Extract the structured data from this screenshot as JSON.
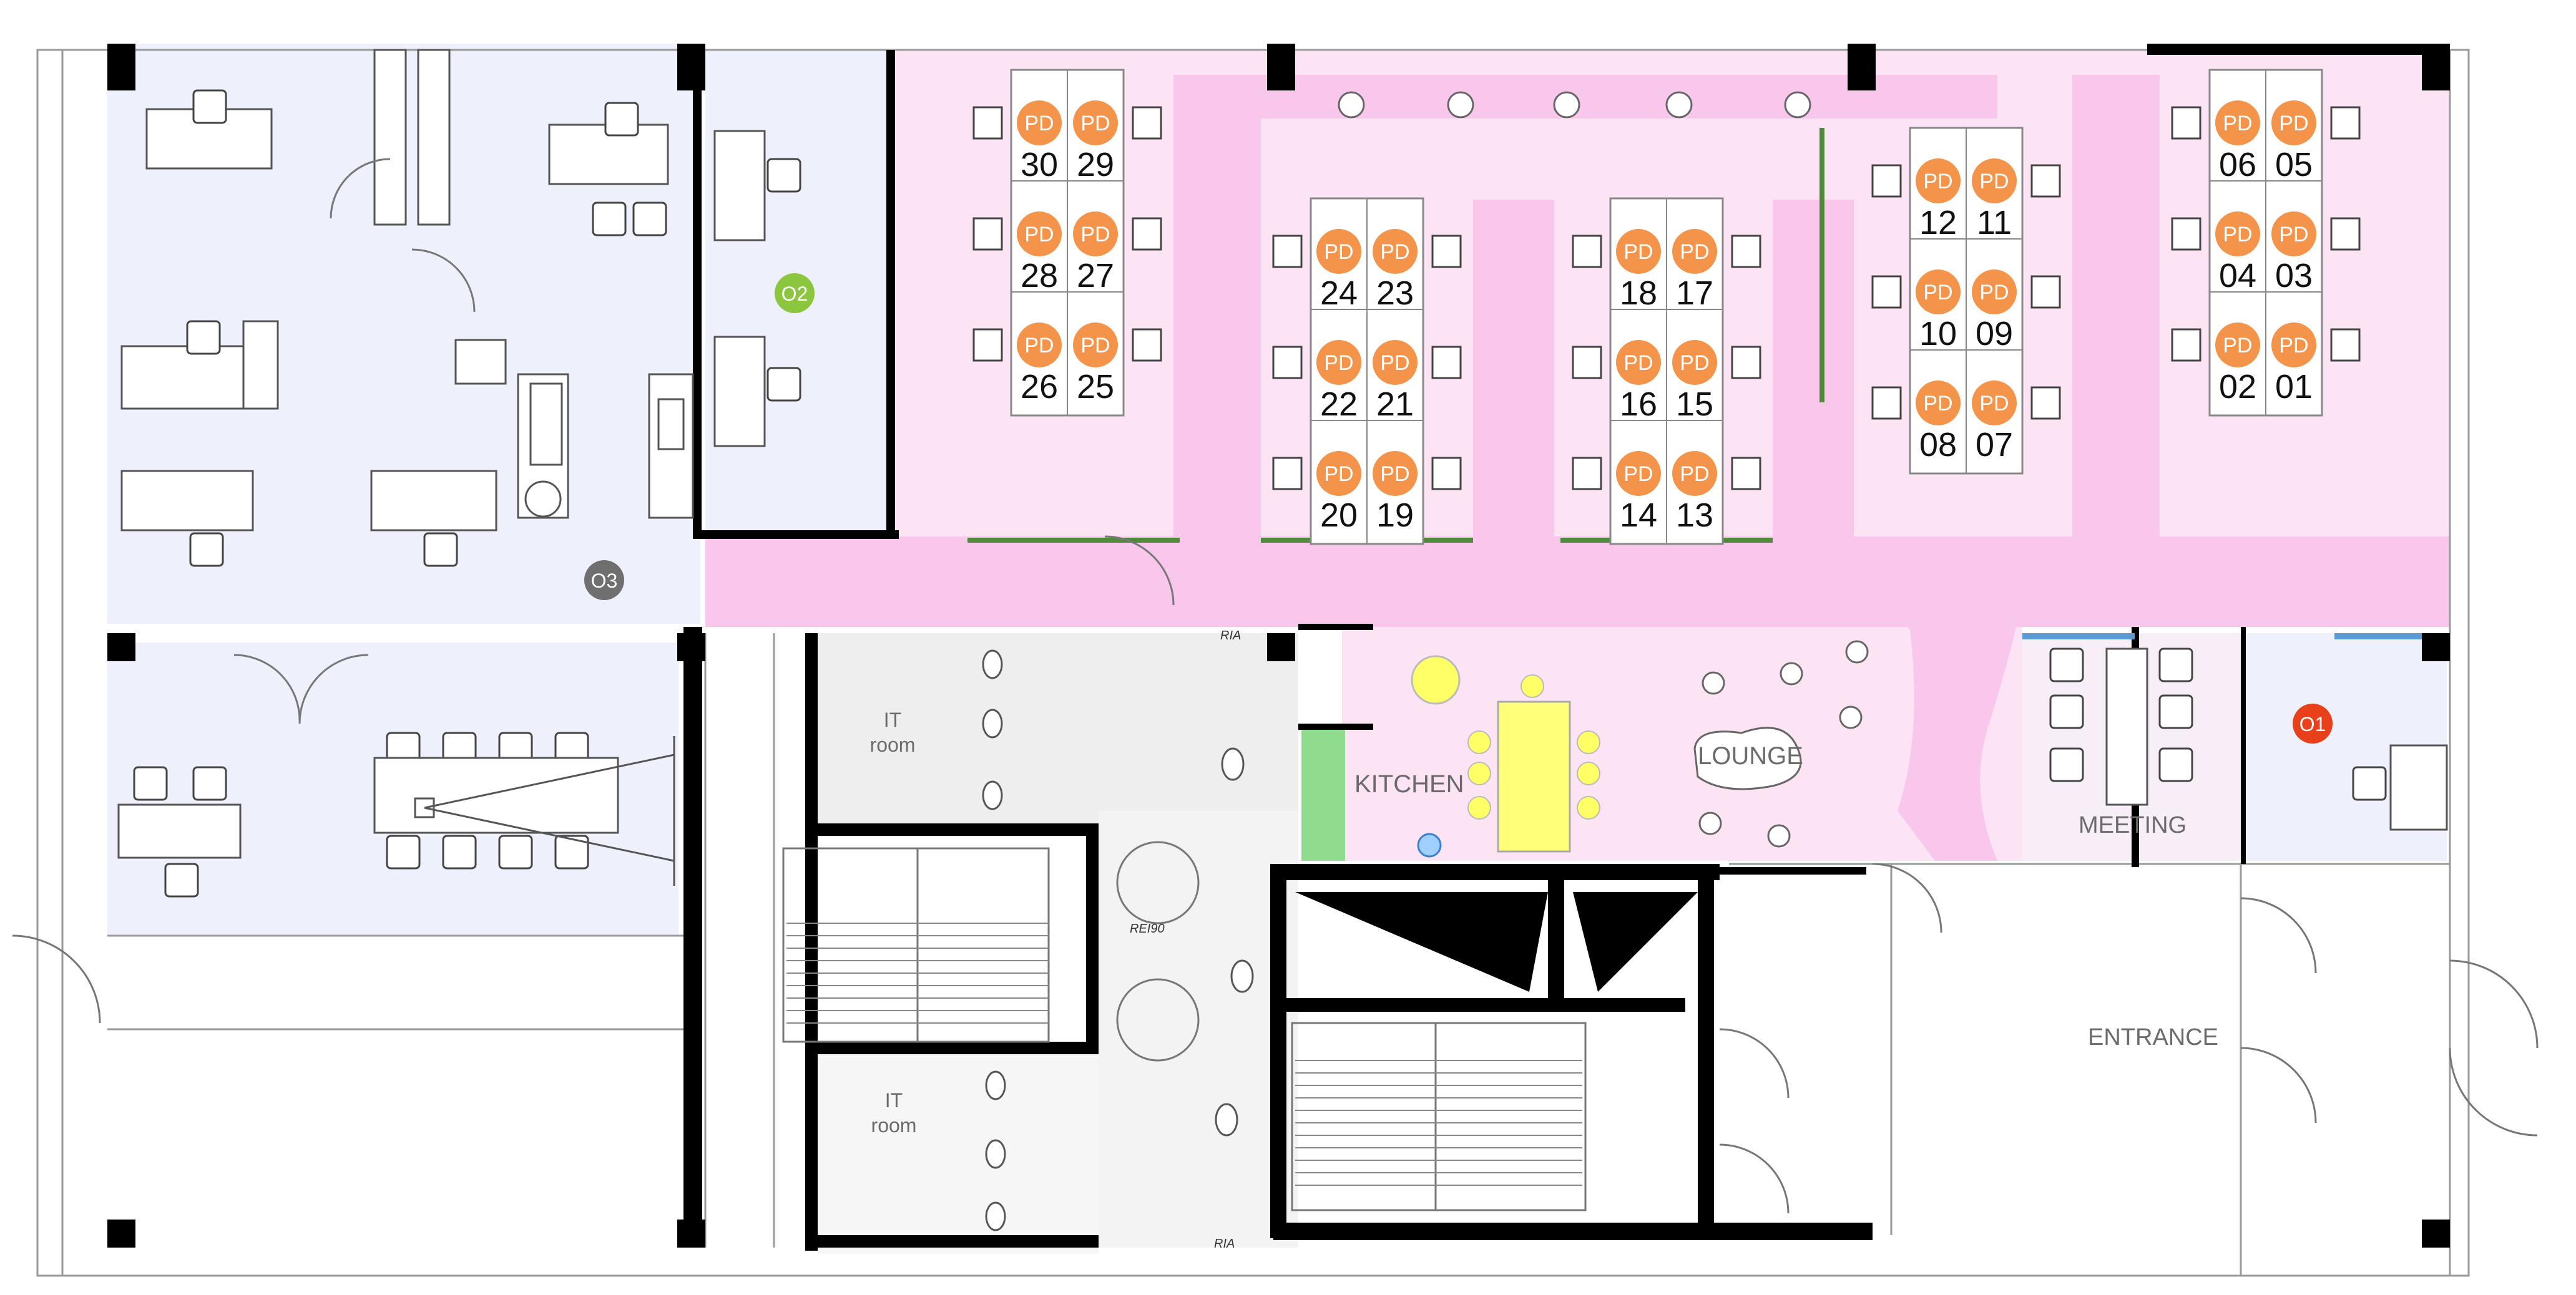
{
  "rooms": {
    "kitchen": "KITCHEN",
    "lounge": "LOUNGE",
    "meeting": "MEETING",
    "entrance": "ENTRANCE",
    "it_room_top_1": "IT",
    "it_room_top_2": "room",
    "it_room_bottom_1": "IT",
    "it_room_bottom_2": "room"
  },
  "markers": {
    "o1": "O1",
    "o2": "O2",
    "o3": "O3",
    "ria_top": "RIA",
    "ria_bottom": "RIA",
    "rei": "REI90"
  },
  "desk_badge": "PD",
  "desks": [
    "30",
    "29",
    "28",
    "27",
    "26",
    "25",
    "24",
    "23",
    "22",
    "21",
    "20",
    "19",
    "18",
    "17",
    "16",
    "15",
    "14",
    "13",
    "12",
    "11",
    "10",
    "09",
    "08",
    "07",
    "06",
    "05",
    "04",
    "03",
    "02",
    "01"
  ],
  "colors": {
    "zone_pink": "#fde4f4",
    "zone_pink_path": "#f9c6ec",
    "office_blue": "#eef0fb",
    "badge_orange": "#f4934a",
    "o1_red": "#e8401b",
    "o2_green": "#8cc63f",
    "o3_grey": "#6f6f6f",
    "kitchen_green": "#8fdc8f",
    "table_yellow": "#ffff7a",
    "partition_green": "#4f8a3a"
  }
}
